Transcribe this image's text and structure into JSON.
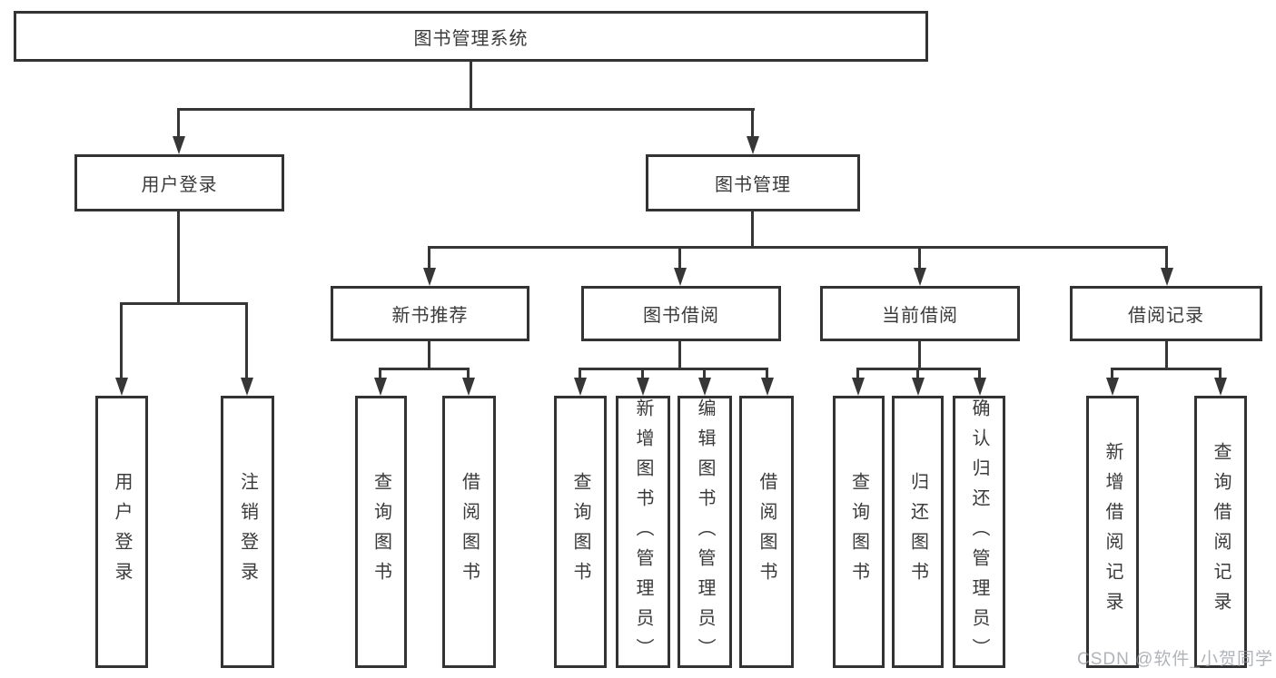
{
  "tree": {
    "label": "图书管理系统",
    "children": [
      {
        "label": "用户登录",
        "children": [
          {
            "label": "用户登录"
          },
          {
            "label": "注销登录"
          }
        ]
      },
      {
        "label": "图书管理",
        "children": [
          {
            "label": "新书推荐",
            "children": [
              {
                "label": "查询图书"
              },
              {
                "label": "借阅图书"
              }
            ]
          },
          {
            "label": "图书借阅",
            "children": [
              {
                "label": "查询图书"
              },
              {
                "label": "新增图书（管理员）"
              },
              {
                "label": "编辑图书（管理员）"
              },
              {
                "label": "借阅图书"
              }
            ]
          },
          {
            "label": "当前借阅",
            "children": [
              {
                "label": "查询图书"
              },
              {
                "label": "归还图书"
              },
              {
                "label": "确认归还（管理员）"
              }
            ]
          },
          {
            "label": "借阅记录",
            "children": [
              {
                "label": "新增借阅记录"
              },
              {
                "label": "查询借阅记录"
              }
            ]
          }
        ]
      }
    ]
  },
  "watermark": {
    "text": "CSDN @软件_小贺同学"
  },
  "colors": {
    "line": "#363636",
    "box_border": "#333333",
    "text": "#3a3a3a",
    "watermark": "#969aa0",
    "background": "#ffffff"
  }
}
